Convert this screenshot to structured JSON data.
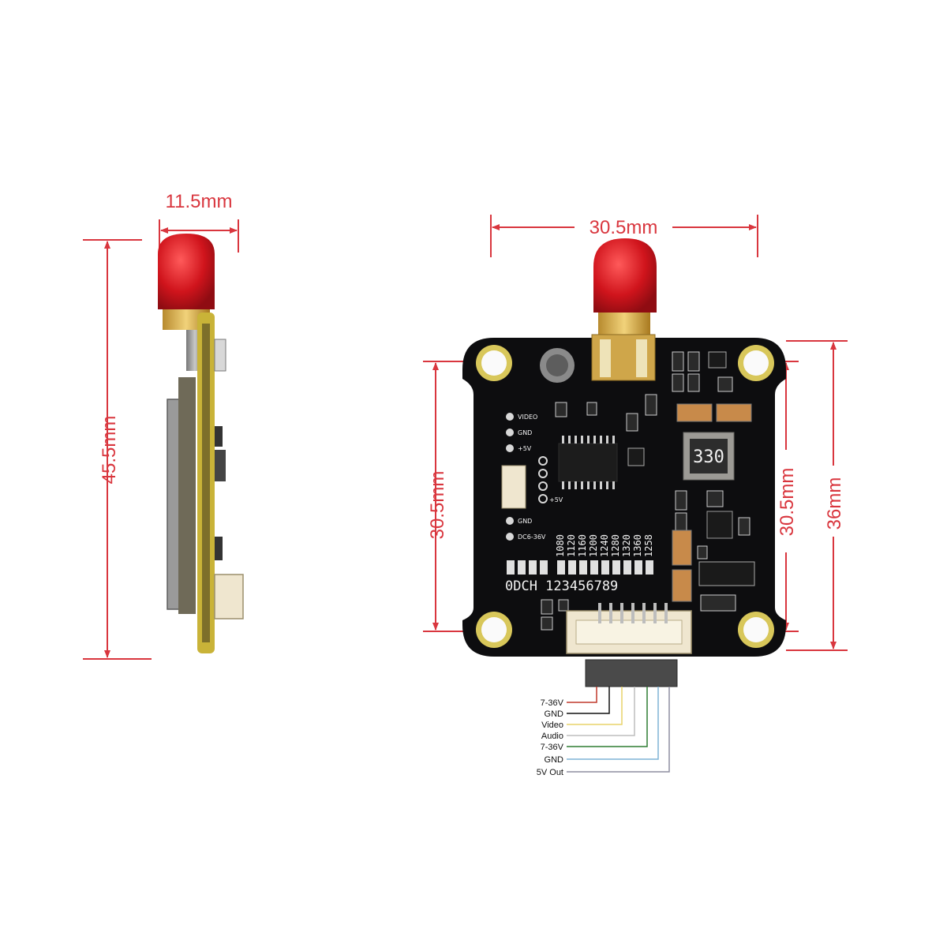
{
  "dimensions": {
    "side_width": "11.5mm",
    "side_height": "45.5mm",
    "top_width": "30.5mm",
    "hole_spacing_vertical_left": "30.5mm",
    "hole_spacing_vertical_right": "30.5mm",
    "board_height": "36mm",
    "color": "#d9363e"
  },
  "board": {
    "pads_left": [
      "VIDEO",
      "GND",
      "+5V"
    ],
    "pads_left_lower": [
      "GND",
      "DC6-36V"
    ],
    "pad_right": "+5V",
    "inductor_marking": "330",
    "freq_labels": [
      "1080",
      "1120",
      "1160",
      "1200",
      "1240",
      "1280",
      "1320",
      "1360",
      "1258"
    ],
    "channel_row": "0DCH 123456789",
    "pcb_color": "#0d0d0f",
    "antenna_color": "#d0141c"
  },
  "connector_wires": [
    {
      "label": "7-36V",
      "color": "#c0392b"
    },
    {
      "label": "GND",
      "color": "#111111"
    },
    {
      "label": "Video",
      "color": "#e8d36a"
    },
    {
      "label": "Audio",
      "color": "#bdbdbd"
    },
    {
      "label": "7-36V",
      "color": "#2e7d32"
    },
    {
      "label": "GND",
      "color": "#7fb3d5"
    },
    {
      "label": "5V Out",
      "color": "#8e8ea0"
    }
  ]
}
